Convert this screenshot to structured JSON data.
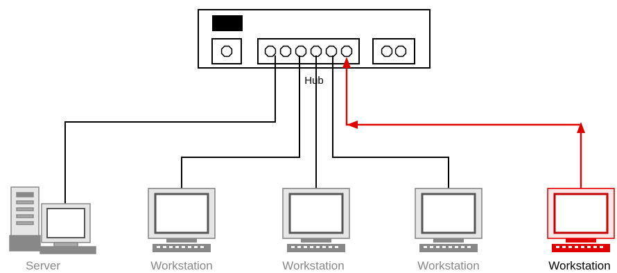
{
  "hub": {
    "label": "Hub"
  },
  "nodes": [
    {
      "id": "server",
      "label": "Server",
      "kind": "server",
      "color": "#888888"
    },
    {
      "id": "workstation-1",
      "label": "Workstation",
      "kind": "workstation",
      "color": "#888888"
    },
    {
      "id": "workstation-2",
      "label": "Workstation",
      "kind": "workstation",
      "color": "#888888"
    },
    {
      "id": "workstation-3",
      "label": "Workstation",
      "kind": "workstation",
      "color": "#888888"
    },
    {
      "id": "workstation-4",
      "label": "Workstation",
      "kind": "workstation",
      "color": "#e00000",
      "highlighted": true
    }
  ],
  "colors": {
    "cable": "#000000",
    "highlight": "#e00000",
    "device": "#888888"
  }
}
